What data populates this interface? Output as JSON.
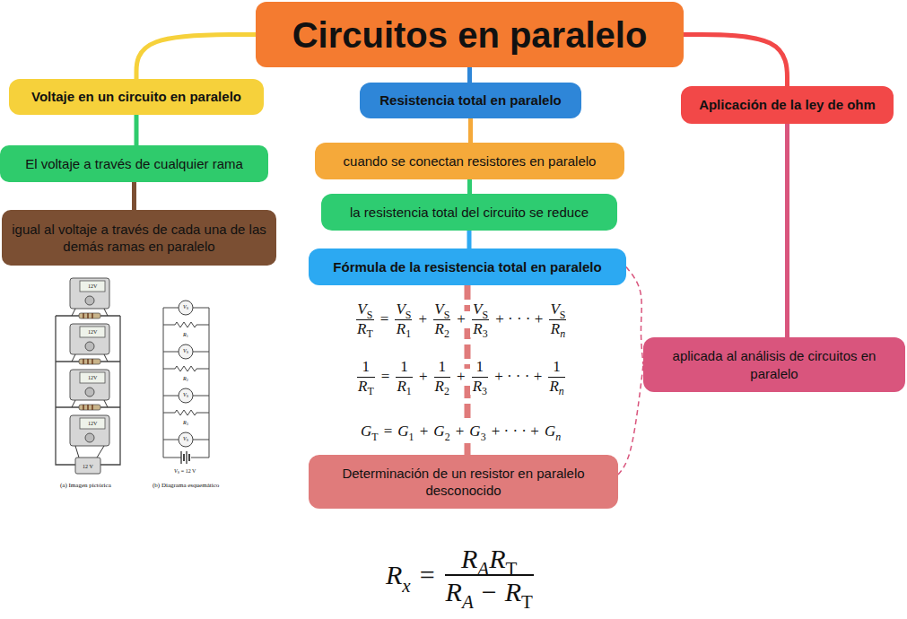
{
  "diagram": {
    "nodes": [
      {
        "text": [
          "Circuitos en paralelo"
        ]
      },
      {
        "text": [
          "Voltaje en un circuito en paralelo"
        ]
      },
      {
        "text": [
          "El voltaje a través de cualquier rama"
        ]
      },
      {
        "text": [
          "igual al voltaje a través de cada una de las demás ramas en paralelo"
        ]
      },
      {
        "text": [
          "Resistencia total en paralelo"
        ]
      },
      {
        "text": [
          "cuando se conectan resistores en paralelo"
        ]
      },
      {
        "text": [
          "la resistencia total del circuito se reduce"
        ]
      },
      {
        "text": [
          "Fórmula de la resistencia total en paralelo"
        ]
      },
      {
        "text": [
          "Determinación de un resistor en paralelo desconocido"
        ]
      },
      {
        "text": [
          "Aplicación de la ley de ohm"
        ]
      },
      {
        "text": [
          "aplicada al análisis de circuitos en paralelo"
        ]
      }
    ],
    "edges": [
      {
        "from": 0,
        "to": 1,
        "arrow": "none"
      },
      {
        "from": 1,
        "to": 2,
        "arrow": "none"
      },
      {
        "from": 2,
        "to": 3,
        "arrow": "none"
      },
      {
        "from": 0,
        "to": 4,
        "arrow": "none"
      },
      {
        "from": 4,
        "to": 5,
        "arrow": "none"
      },
      {
        "from": 5,
        "to": 6,
        "arrow": "none"
      },
      {
        "from": 6,
        "to": 7,
        "arrow": "none"
      },
      {
        "from": 7,
        "to": 8,
        "arrow": "none"
      },
      {
        "from": 0,
        "to": 9,
        "arrow": "none"
      },
      {
        "from": 9,
        "to": 10,
        "arrow": "none"
      },
      {
        "from": 7,
        "to": 10,
        "arrow": "none"
      },
      {
        "from": 8,
        "to": 10,
        "arrow": "none"
      }
    ],
    "labels": [
      "V",
      "S",
      "R",
      "T",
      "=",
      "V",
      "S",
      "R",
      "1",
      "+",
      "V",
      "S",
      "R",
      "2",
      "+",
      "V",
      "S",
      "R",
      "3",
      "+ · · · +",
      "V",
      "S",
      "R",
      "n",
      "1",
      "R",
      "T",
      "=",
      "1",
      "R",
      "1",
      "+",
      "1",
      "R",
      "2",
      "+",
      "1",
      "R",
      "3",
      "+ · · · +",
      "1",
      "R",
      "n",
      "G",
      "T",
      "=",
      "G",
      "1",
      "+",
      "G",
      "2",
      "+",
      "G",
      "3",
      "+ · · · +",
      "G",
      "n",
      "R",
      "x",
      "=",
      "R",
      "A",
      "R",
      "T",
      "R",
      "A",
      "−",
      "R",
      "T",
      "12V",
      "12V",
      "12V",
      "12V",
      "12 V",
      "(a) Imagen pictórica",
      "V",
      "S",
      "V",
      "S",
      "V",
      "S",
      "V",
      "S",
      "R",
      "1",
      "R",
      "2",
      "R",
      "3",
      "V",
      "S",
      "= 12 V",
      "(b) Diagrama esquemático"
    ]
  }
}
